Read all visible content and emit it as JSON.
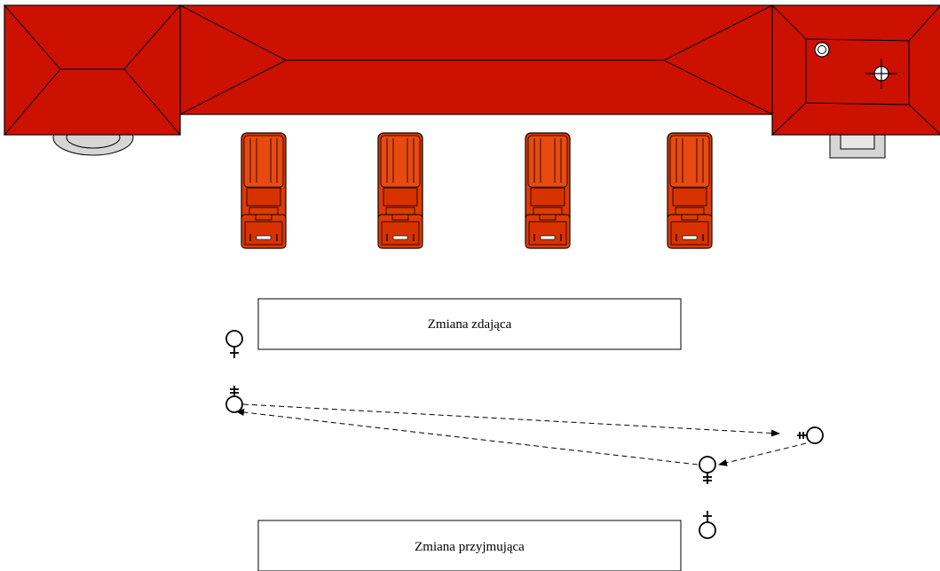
{
  "diagram": {
    "shifts": {
      "outgoing": "Zmiana zdająca",
      "incoming": "Zmiana przyjmująca"
    },
    "colors": {
      "roof": "#cc1100",
      "truck_body": "#e03a00",
      "outline": "#000000",
      "platform_gray": "#d6d6d6",
      "background": "#ffffff"
    },
    "icons": {
      "building": "building-roof",
      "vehicle": "fire-truck",
      "person_female": "female-symbol",
      "person_male": "male-symbol",
      "flow": "dashed-arrow"
    },
    "vehicle_count": 4
  }
}
